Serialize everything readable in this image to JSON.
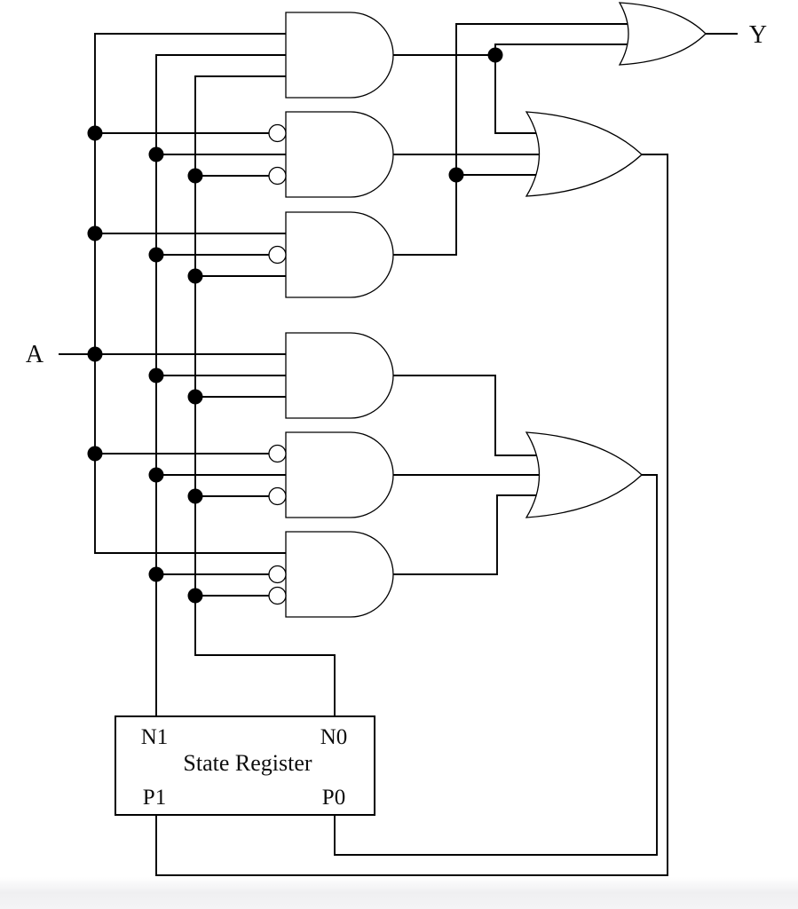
{
  "labels": {
    "input_a": "A",
    "output_y": "Y"
  },
  "state_register": {
    "title": "State Register",
    "pin_n1": "N1",
    "pin_n0": "N0",
    "pin_p1": "P1",
    "pin_p0": "P0"
  },
  "netlist": {
    "and_gates": [
      {
        "id": "AND1",
        "inputs": [
          "A",
          "N1",
          "N0"
        ],
        "inverted_inputs": [],
        "feeds": [
          "OR-Y",
          "OR-P1"
        ]
      },
      {
        "id": "AND2",
        "inputs": [
          "A",
          "N1",
          "N0"
        ],
        "inverted_inputs": [
          "A",
          "N0"
        ],
        "feeds": [
          "OR-P1"
        ]
      },
      {
        "id": "AND3",
        "inputs": [
          "A",
          "N1",
          "N0"
        ],
        "inverted_inputs": [
          "N1"
        ],
        "feeds": [
          "OR-Y",
          "OR-P1"
        ]
      },
      {
        "id": "AND4",
        "inputs": [
          "A",
          "N1",
          "N0"
        ],
        "inverted_inputs": [],
        "feeds": [
          "OR-P0"
        ]
      },
      {
        "id": "AND5",
        "inputs": [
          "A",
          "N1",
          "N0"
        ],
        "inverted_inputs": [
          "A",
          "N0"
        ],
        "feeds": [
          "OR-P0"
        ]
      },
      {
        "id": "AND6",
        "inputs": [
          "A",
          "N1",
          "N0"
        ],
        "inverted_inputs": [
          "N1",
          "N0"
        ],
        "feeds": [
          "OR-P0"
        ]
      }
    ],
    "or_gates": [
      {
        "id": "OR-Y",
        "inputs": [
          "AND3",
          "AND1"
        ],
        "output": "Y"
      },
      {
        "id": "OR-P1",
        "inputs": [
          "AND1",
          "AND2",
          "AND3"
        ],
        "output": "P1"
      },
      {
        "id": "OR-P0",
        "inputs": [
          "AND4",
          "AND5",
          "AND6"
        ],
        "output": "P0"
      }
    ],
    "register_top_pins": [
      "N1",
      "N0"
    ],
    "register_bottom_pins": [
      "P1",
      "P0"
    ]
  },
  "colors": {
    "line": "#000000",
    "gate_fill": "#ffffff",
    "background": "#ffffff",
    "footer_band_mid": "#efeff1",
    "footer_band_end": "#f4f4f6"
  }
}
